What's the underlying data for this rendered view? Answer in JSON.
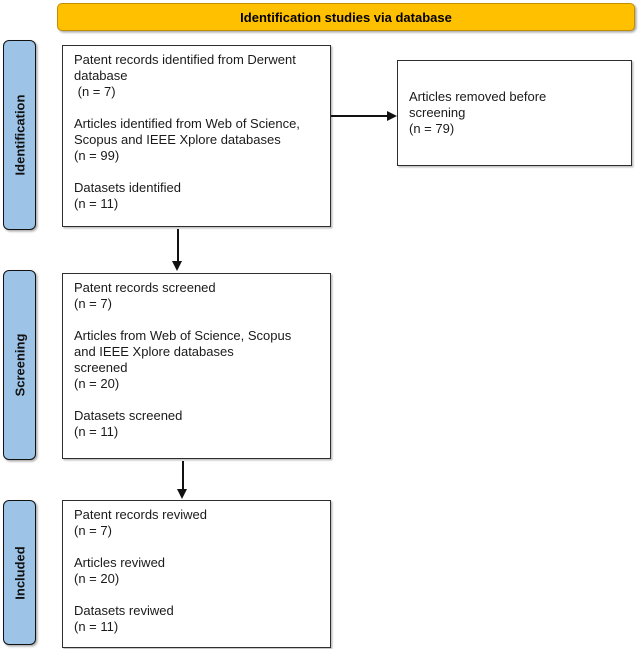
{
  "title_bar": {
    "label": "Identification studies via database"
  },
  "stages": [
    {
      "id": "identification",
      "label": "Identification"
    },
    {
      "id": "screening",
      "label": "Screening"
    },
    {
      "id": "included",
      "label": "Included"
    }
  ],
  "boxes": {
    "identified": "Patent records identified from Derwent\ndatabase\n (n = 7)\n\nArticles identified from Web of Science,\nScopus and IEEE Xplore databases\n(n = 99)\n\nDatasets identified\n(n = 11)",
    "removed": "Articles removed before\nscreening\n(n = 79)",
    "screened": "Patent records screened\n(n = 7)\n\nArticles from Web of Science, Scopus\nand IEEE Xplore databases\nscreened\n(n = 20)\n\nDatasets screened\n(n = 11)",
    "reviewed": "Patent records reviwed\n(n = 7)\n\nArticles reviwed\n(n = 20)\n\nDatasets reviwed\n(n = 11)"
  },
  "colors": {
    "title_bg": "#FFC000",
    "title_border": "#C18E00",
    "stage_bg": "#9DC3E6",
    "box_border": "#2E2E2E",
    "text": "#1A1A1A"
  }
}
